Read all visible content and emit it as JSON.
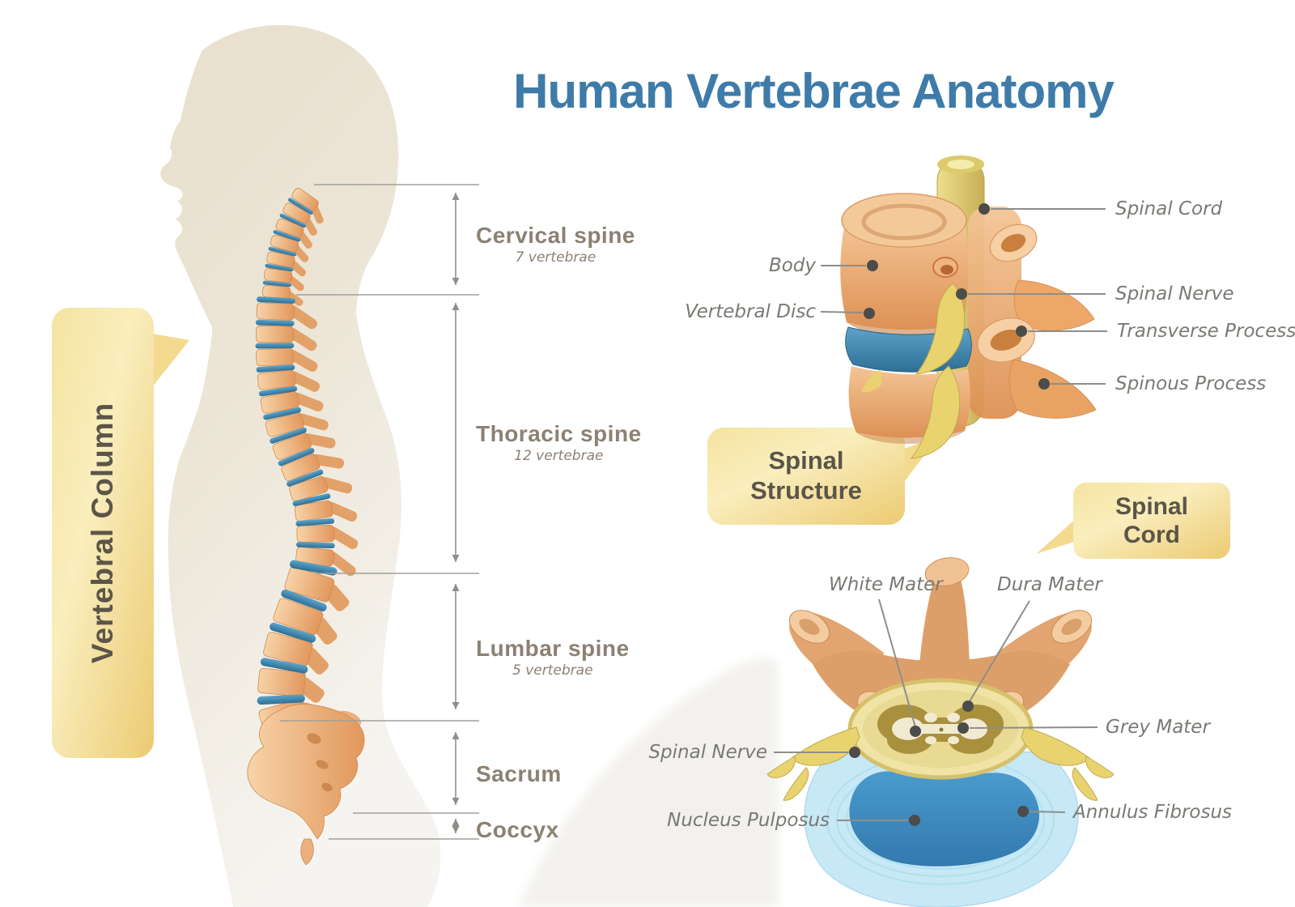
{
  "title": "Human Vertebrae Anatomy",
  "banner": {
    "label": "Vertebral Column"
  },
  "sections": [
    {
      "name": "Cervical spine",
      "sub": "7 vertebrae"
    },
    {
      "name": "Thoracic spine",
      "sub": "12 vertebrae"
    },
    {
      "name": "Lumbar spine",
      "sub": "5 vertebrae"
    },
    {
      "name": "Sacrum",
      "sub": ""
    },
    {
      "name": "Coccyx",
      "sub": ""
    }
  ],
  "structure": {
    "bubble": "Spinal Structure",
    "labels": {
      "body": "Body",
      "disc": "Vertebral Disc",
      "cord": "Spinal Cord",
      "nerve": "Spinal Nerve",
      "transverse": "Transverse Process",
      "spinous": "Spinous Process"
    }
  },
  "cross_section": {
    "bubble": "Spinal Cord",
    "labels": {
      "white": "White Mater",
      "dura": "Dura Mater",
      "nerve": "Spinal Nerve",
      "grey": "Grey Mater",
      "nucleus": "Nucleus Pulposus",
      "annulus": "Annulus Fibrosus"
    }
  },
  "colors": {
    "title_blue": "#3e7ba9",
    "gold": "#ecca72",
    "bone_peach": "#f3c094",
    "disc_blue": "#4a90ba",
    "cord_yellow": "#e7d77d",
    "silhouette_beige": "#e8dfcc",
    "label_gray": "#797974"
  }
}
